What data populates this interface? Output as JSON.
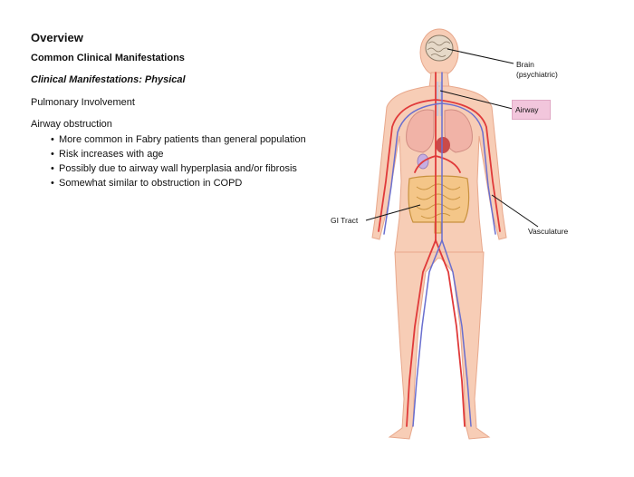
{
  "slide": {
    "heading": "Overview",
    "subtitle": "Common Clinical Manifestations",
    "section": "Clinical Manifestations: Physical",
    "topic": "Pulmonary Involvement",
    "list_title": "Airway obstruction",
    "bullets": [
      "More common in Fabry patients than general population",
      "Risk increases with age",
      "Possibly due to airway wall hyperplasia and/or fibrosis",
      "Somewhat similar to obstruction in COPD"
    ]
  },
  "figure": {
    "labels": {
      "brain_line1": "Brain",
      "brain_line2": "(psychiatric)",
      "airway": "Airway",
      "gi": "GI Tract",
      "vasculature": "Vasculature"
    },
    "colors": {
      "skin": "#f7cdb6",
      "skin_edge": "#e8a88c",
      "artery": "#e03a3a",
      "vein": "#6a6fcf",
      "lung": "#f1b3a7",
      "intestine": "#f4c688",
      "brain": "#e6d9c8",
      "airway_highlight": "#f2c6dc"
    }
  }
}
